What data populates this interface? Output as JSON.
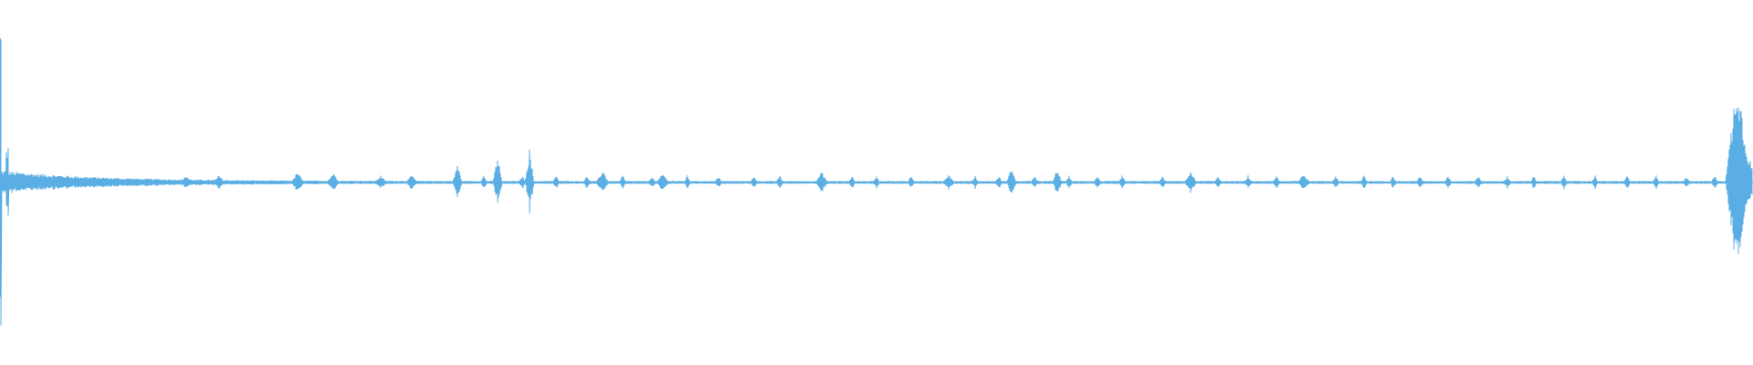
{
  "waveform": {
    "color": "#5aaee3",
    "background": "#ffffff",
    "amplitude_scale": 1.0,
    "onsets": [
      {
        "t": 0.0,
        "a": 0.46,
        "kind": "tick"
      },
      {
        "t": 0.004,
        "a": 0.1,
        "kind": "tick"
      },
      {
        "t": 0.106,
        "a": 0.02,
        "kind": "burst"
      },
      {
        "t": 0.125,
        "a": 0.02,
        "kind": "burst"
      },
      {
        "t": 0.17,
        "a": 0.03,
        "kind": "burst"
      },
      {
        "t": 0.19,
        "a": 0.028,
        "kind": "burst"
      },
      {
        "t": 0.217,
        "a": 0.02,
        "kind": "burst"
      },
      {
        "t": 0.235,
        "a": 0.02,
        "kind": "burst"
      },
      {
        "t": 0.261,
        "a": 0.055,
        "kind": "spike"
      },
      {
        "t": 0.284,
        "a": 0.078,
        "kind": "spike"
      },
      {
        "t": 0.302,
        "a": 0.093,
        "kind": "spike"
      },
      {
        "t": 0.344,
        "a": 0.035,
        "kind": "burst"
      },
      {
        "t": 0.378,
        "a": 0.025,
        "kind": "burst"
      },
      {
        "t": 0.469,
        "a": 0.03,
        "kind": "burst"
      },
      {
        "t": 0.541,
        "a": 0.024,
        "kind": "burst"
      },
      {
        "t": 0.577,
        "a": 0.048,
        "kind": "spike"
      },
      {
        "t": 0.603,
        "a": 0.04,
        "kind": "spike"
      },
      {
        "t": 0.679,
        "a": 0.03,
        "kind": "burst"
      },
      {
        "t": 0.744,
        "a": 0.026,
        "kind": "burst"
      },
      {
        "t": 0.991,
        "a": 0.32,
        "kind": "end"
      },
      {
        "t": 0.993,
        "a": 0.2,
        "kind": "end"
      },
      {
        "t": 0.996,
        "a": 0.1,
        "kind": "end"
      }
    ],
    "blips": [
      0.106,
      0.125,
      0.17,
      0.19,
      0.217,
      0.235,
      0.262,
      0.276,
      0.298,
      0.317,
      0.335,
      0.355,
      0.372,
      0.392,
      0.41,
      0.43,
      0.445,
      0.47,
      0.486,
      0.5,
      0.52,
      0.541,
      0.556,
      0.57,
      0.59,
      0.61,
      0.626,
      0.64,
      0.663,
      0.679,
      0.695,
      0.712,
      0.728,
      0.744,
      0.762,
      0.778,
      0.795,
      0.81,
      0.826,
      0.843,
      0.86,
      0.875,
      0.892,
      0.91,
      0.928,
      0.945,
      0.962,
      0.978
    ]
  }
}
